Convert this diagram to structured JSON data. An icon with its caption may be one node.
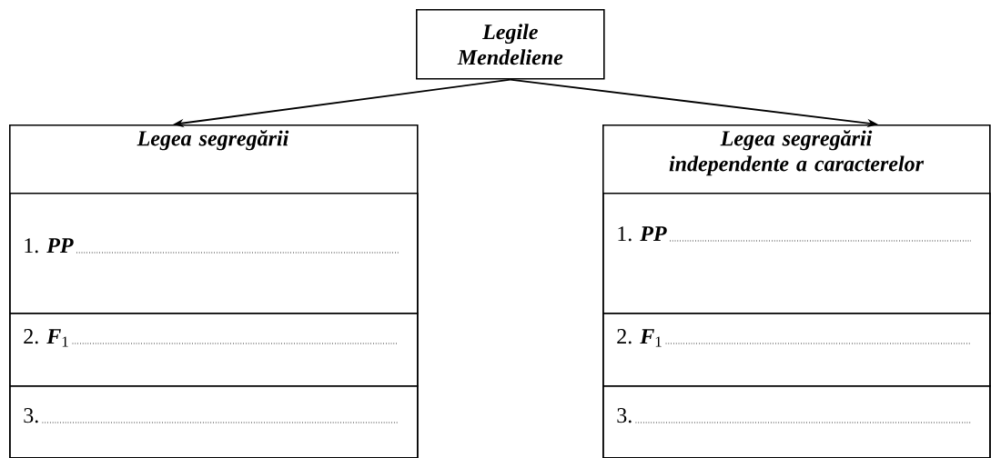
{
  "diagram": {
    "nodes": [
      {
        "text": [
          "Legile Mendeliene"
        ]
      },
      {
        "text": [
          "Legea segregării"
        ]
      },
      {
        "text": [
          "1. **PP**"
        ],
        "in": 1
      },
      {
        "text": [
          "2. **F**$_{1}$"
        ],
        "in": 1
      },
      {
        "text": [
          "3."
        ],
        "in": 1
      },
      {
        "text": [
          "Legea segregării independente a caracterelor"
        ]
      },
      {
        "text": [
          "1. **PP**"
        ],
        "in": 5
      },
      {
        "text": [
          "2. **F**$_{1}$"
        ],
        "in": 5
      },
      {
        "text": [
          "3."
        ],
        "in": 5
      }
    ],
    "edges": [
      {
        "from": 0,
        "to": 1,
        "arrow": "to"
      },
      {
        "from": 0,
        "to": 5,
        "arrow": "to"
      }
    ]
  }
}
